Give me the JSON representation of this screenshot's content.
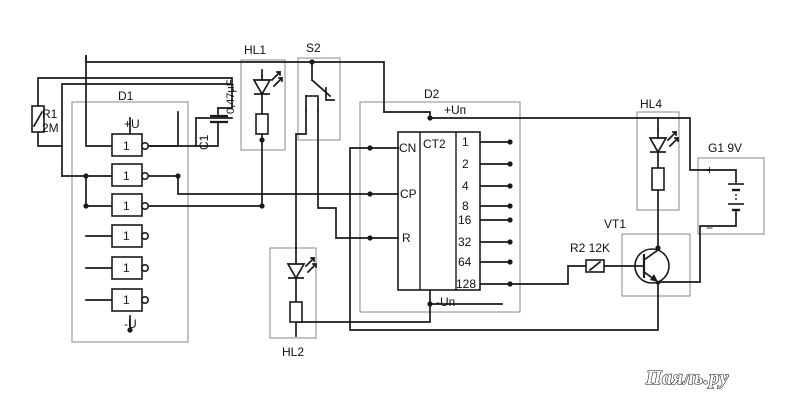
{
  "labels": {
    "r1": "R1",
    "r1_value": "2M",
    "d1": "D1",
    "d1_plus": "+U",
    "d1_minus": "-U",
    "gate": "1",
    "c1": "C1",
    "c1_value": "0,47μF",
    "hl1": "HL1",
    "s2": "S2",
    "d2": "D2",
    "d2_plus": "+Uп",
    "d2_minus": "-Uп",
    "ct2": "CT2",
    "pin_cn": "CN",
    "pin_cp": "CP",
    "pin_r": "R",
    "outputs": [
      "1",
      "2",
      "4",
      "8",
      "16",
      "32",
      "64",
      "128"
    ],
    "hl4": "HL4",
    "g1": "G1 9V",
    "g1_plus": "+",
    "g1_minus": "−",
    "vt1": "VT1",
    "r2": "R2 12K",
    "hl2": "HL2"
  },
  "watermark": "Паяль.ру"
}
